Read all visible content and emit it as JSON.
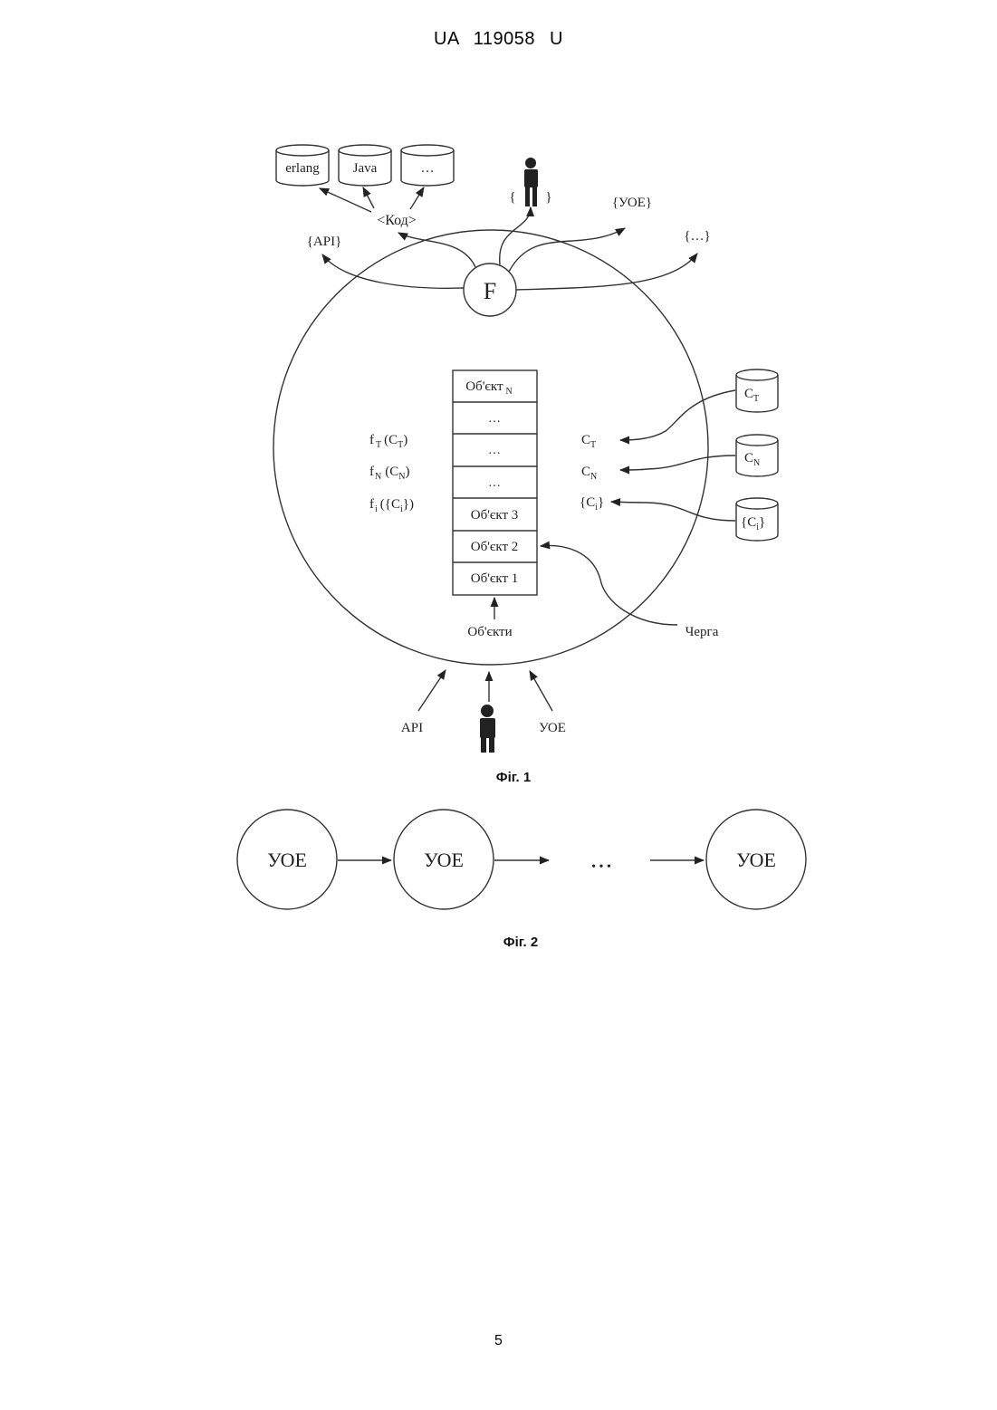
{
  "header": {
    "doc_id": "UA 119058 U"
  },
  "fig1": {
    "databases": [
      "erlang",
      "Java",
      "…"
    ],
    "code_label": "<Код>",
    "api_out_label": "{API}",
    "person_label_left": "{",
    "person_label_right": "}",
    "uoe_out_label": "{УОЕ}",
    "etc_out_label": "{…}",
    "f_node_label": "F",
    "queue_cells": [
      "Об'єкт",
      "…",
      "…",
      "…",
      "Об'єкт 3",
      "Об'єкт 2",
      "Об'єкт 1"
    ],
    "queue_top_subscript": "N",
    "functions": [
      {
        "f": "f",
        "fsub": "T",
        "arg": "C",
        "argsub": "T"
      },
      {
        "f": "f",
        "fsub": "N",
        "arg": "C",
        "argsub": "N"
      },
      {
        "f": "f",
        "fsub": "i",
        "arg": "{C",
        "argsub": "i",
        "close": "})"
      }
    ],
    "context_labels": [
      {
        "main": "C",
        "sub": "T"
      },
      {
        "main": "C",
        "sub": "N"
      },
      {
        "main": "{C",
        "sub": "i",
        "close": "}"
      }
    ],
    "context_dbs": [
      {
        "main": "C",
        "sub": "T"
      },
      {
        "main": "C",
        "sub": "N"
      },
      {
        "main": "{C",
        "sub": "i",
        "close": "}"
      }
    ],
    "objects_label": "Об'єкти",
    "queue_label": "Черга",
    "inputs": {
      "api": "API",
      "uoe": "УОЕ"
    },
    "caption": "Фіг. 1"
  },
  "fig2": {
    "nodes": [
      "УОЕ",
      "УОЕ",
      "УОЕ"
    ],
    "ellipsis": "• • •",
    "caption": "Фіг. 2"
  },
  "page_number": "5"
}
